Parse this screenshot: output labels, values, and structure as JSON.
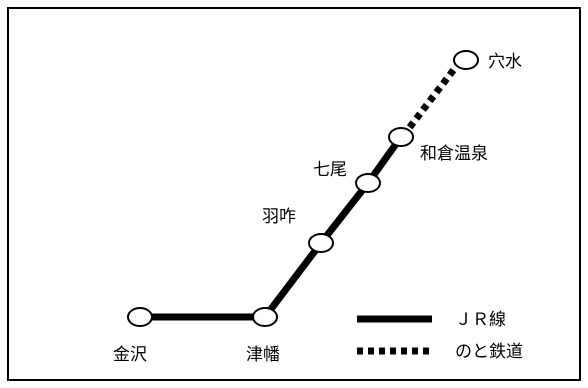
{
  "stations": [
    {
      "id": "kanazawa",
      "name": "金沢"
    },
    {
      "id": "tsubata",
      "name": "津幡"
    },
    {
      "id": "hakui",
      "name": "羽咋"
    },
    {
      "id": "nanao",
      "name": "七尾"
    },
    {
      "id": "wakura",
      "name": "和倉温泉"
    },
    {
      "id": "anamizu",
      "name": "穴水"
    }
  ],
  "lines": [
    {
      "id": "jr",
      "style": "solid",
      "from": "kanazawa",
      "to": "wakura"
    },
    {
      "id": "noto",
      "style": "dotted",
      "from": "wakura",
      "to": "anamizu"
    }
  ],
  "legend": {
    "jr_label": "ＪＲ線",
    "noto_label": "のと鉄道"
  }
}
